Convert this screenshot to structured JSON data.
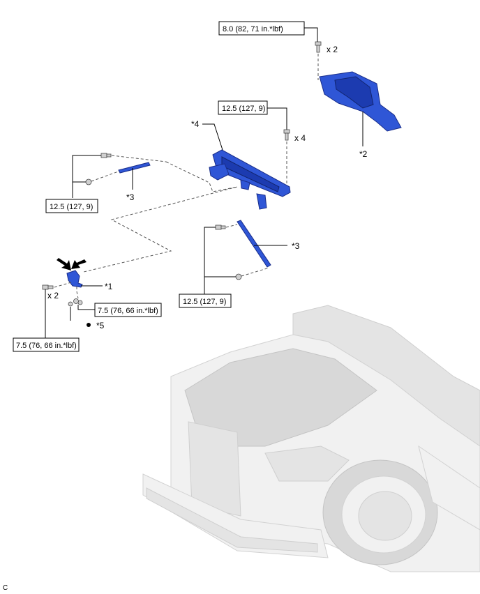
{
  "torques": {
    "t_top": "8.0 (82, 71 in.*lbf)",
    "t_mid": "12.5 (127, 9)",
    "t_left": "12.5 (127, 9)",
    "t_right": "12.5 (127, 9)",
    "t_small": "7.5 (76, 66 in.*lbf)",
    "t_bottom": "7.5 (76, 66 in.*lbf)"
  },
  "quantities": {
    "q_top": "x 2",
    "q_mid": "x 4",
    "q_left": "x 2"
  },
  "callouts": {
    "c1": "*1",
    "c2": "*2",
    "c3a": "*3",
    "c3b": "*3",
    "c4": "*4",
    "c5": "*5"
  },
  "corner_code": "C",
  "colors": {
    "part": "#2f56d6",
    "part_dark": "#1c3bb0",
    "car_grey": "#e6e6e6"
  }
}
